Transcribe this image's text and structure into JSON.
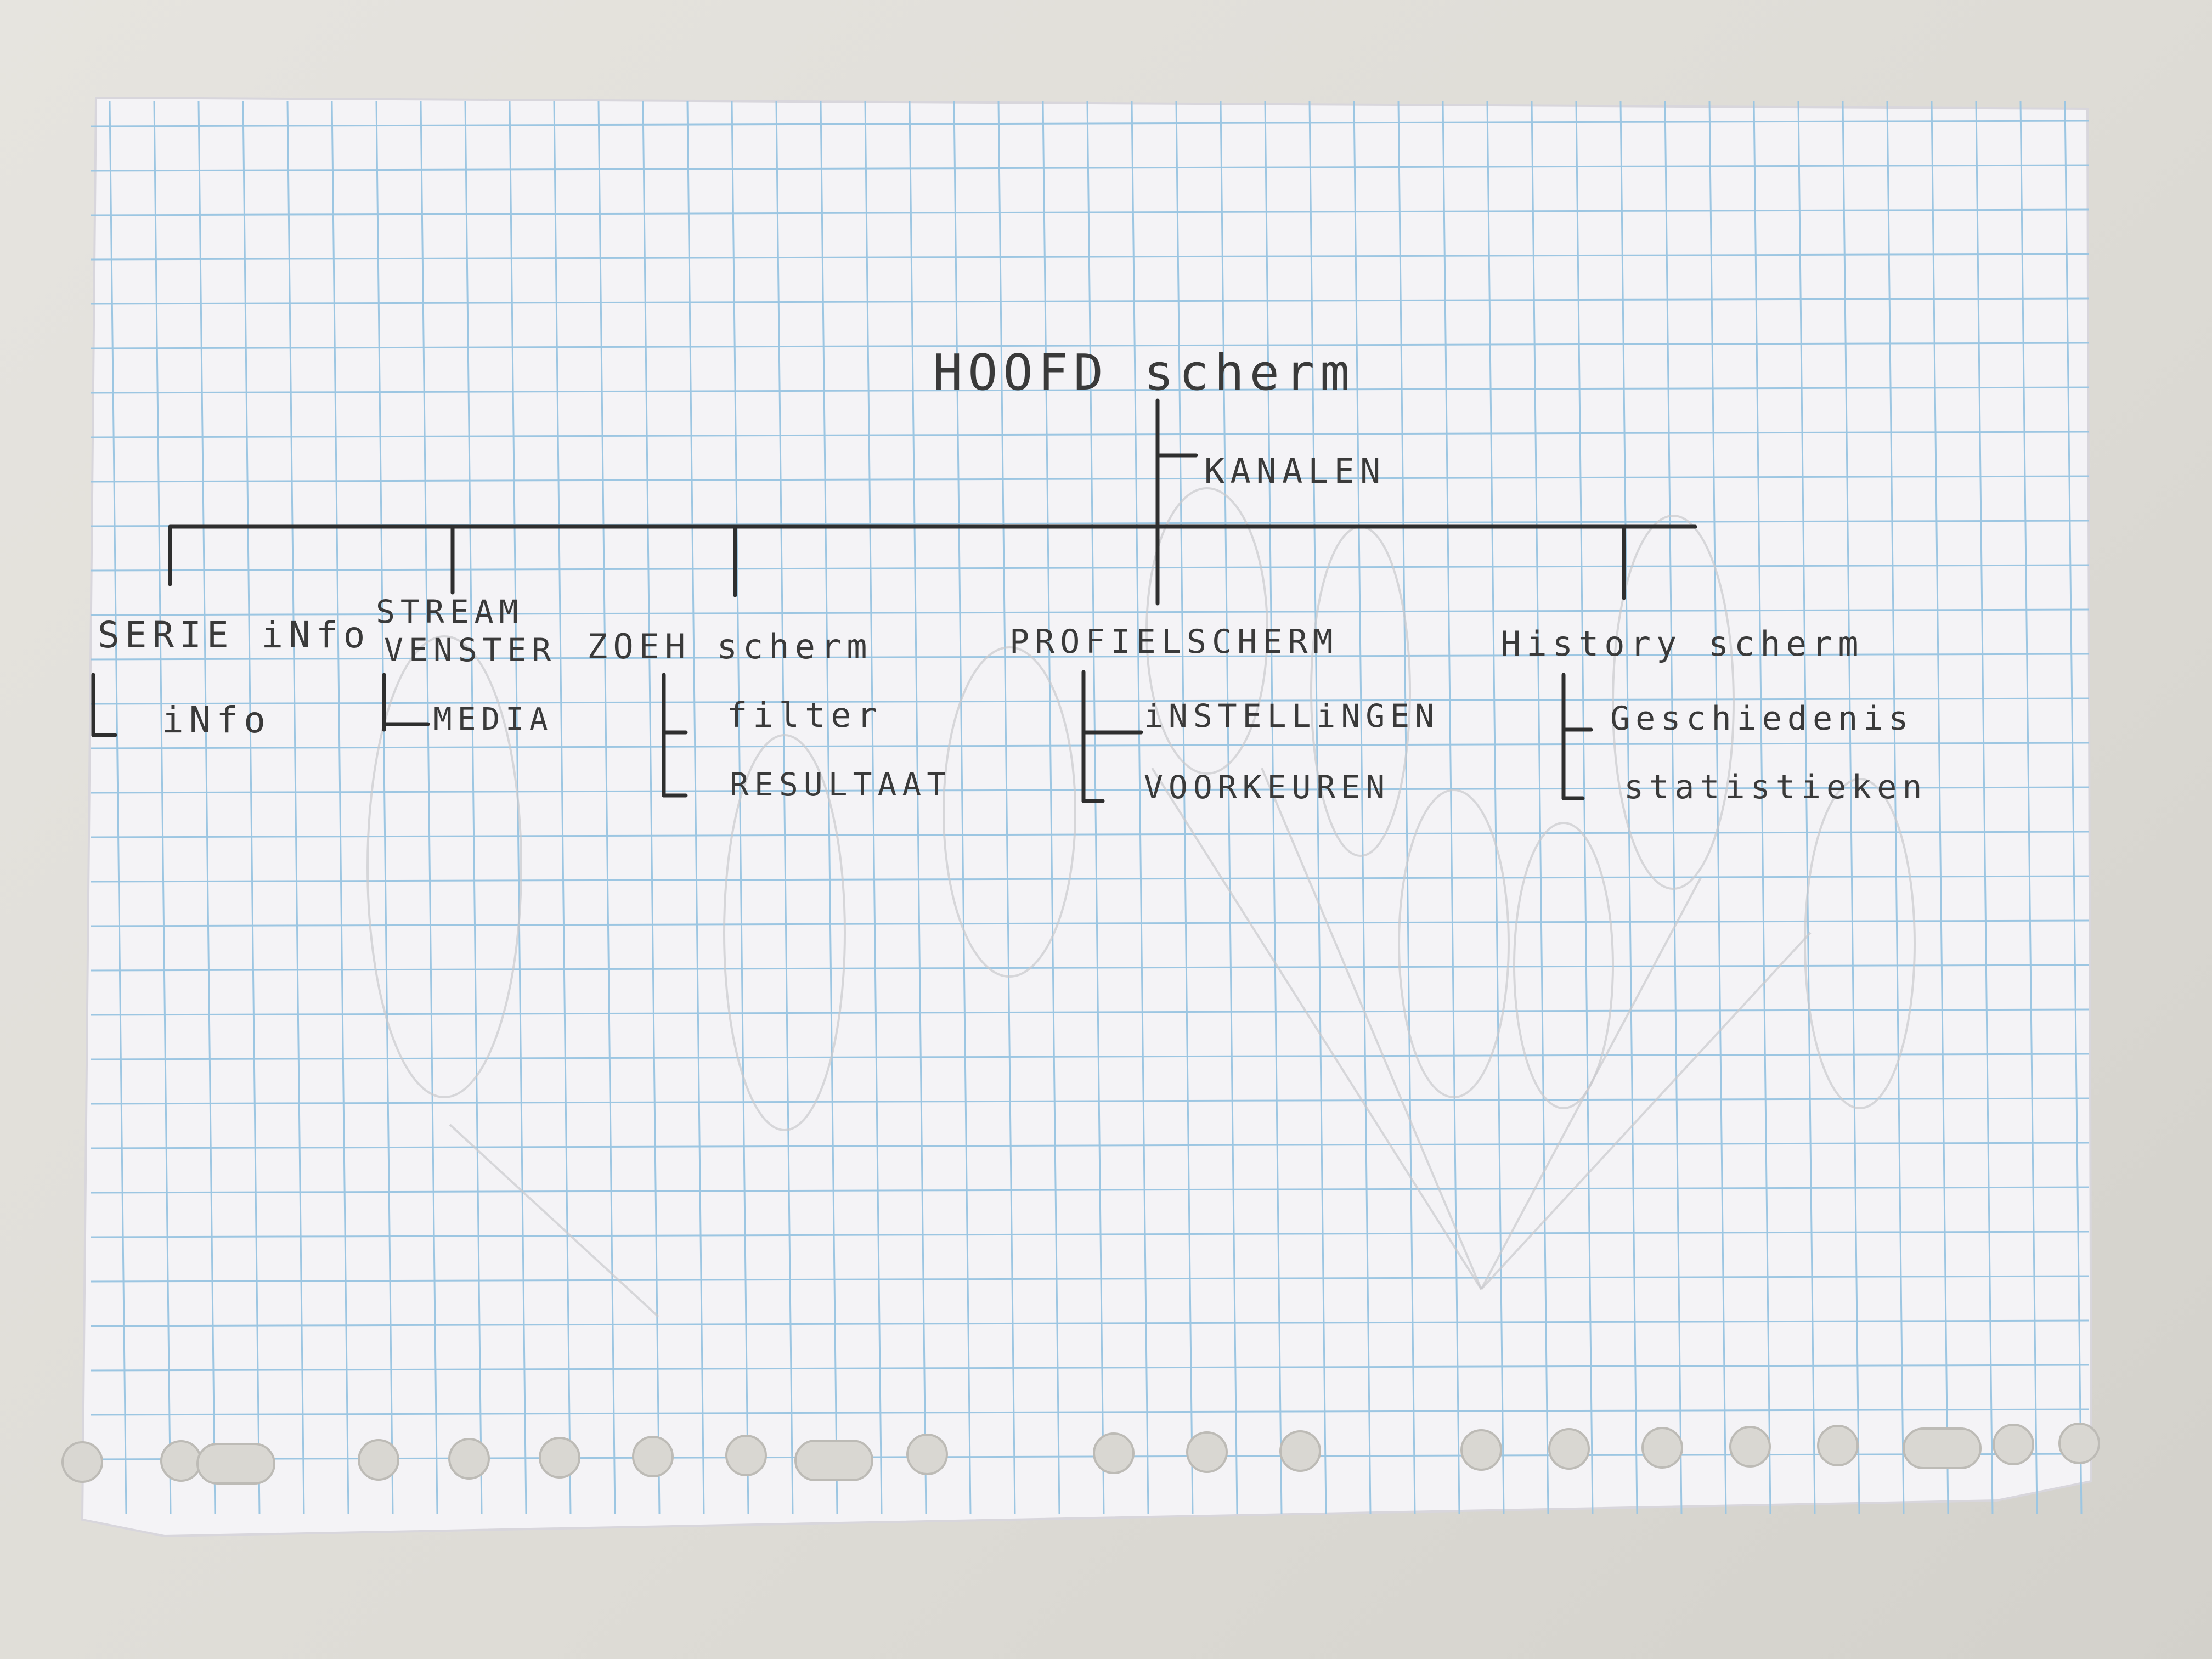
{
  "diagram": {
    "root": {
      "label": "HOOFD scherm",
      "child": "KANALEN"
    },
    "branches": [
      {
        "label": "SERIE iNfo",
        "children": [
          "iNfo"
        ]
      },
      {
        "label_line1": "STREAM",
        "label_line2": "VENSTER",
        "children": [
          "MEDIA"
        ]
      },
      {
        "label": "ZOEH scherm",
        "children": [
          "filter",
          "RESULTAAT"
        ]
      },
      {
        "label": "PROFIELSCHERM",
        "children": [
          "iNSTELLiNGEN",
          "VOORKEUREN"
        ]
      },
      {
        "label": "History scherm",
        "children": [
          "Geschiedenis",
          "statistieken"
        ]
      }
    ]
  },
  "colors": {
    "paper": "#f4f3f6",
    "grid": "#9cc6e2",
    "pencil": "#2e2e2e",
    "desk": "#e2e0db"
  }
}
